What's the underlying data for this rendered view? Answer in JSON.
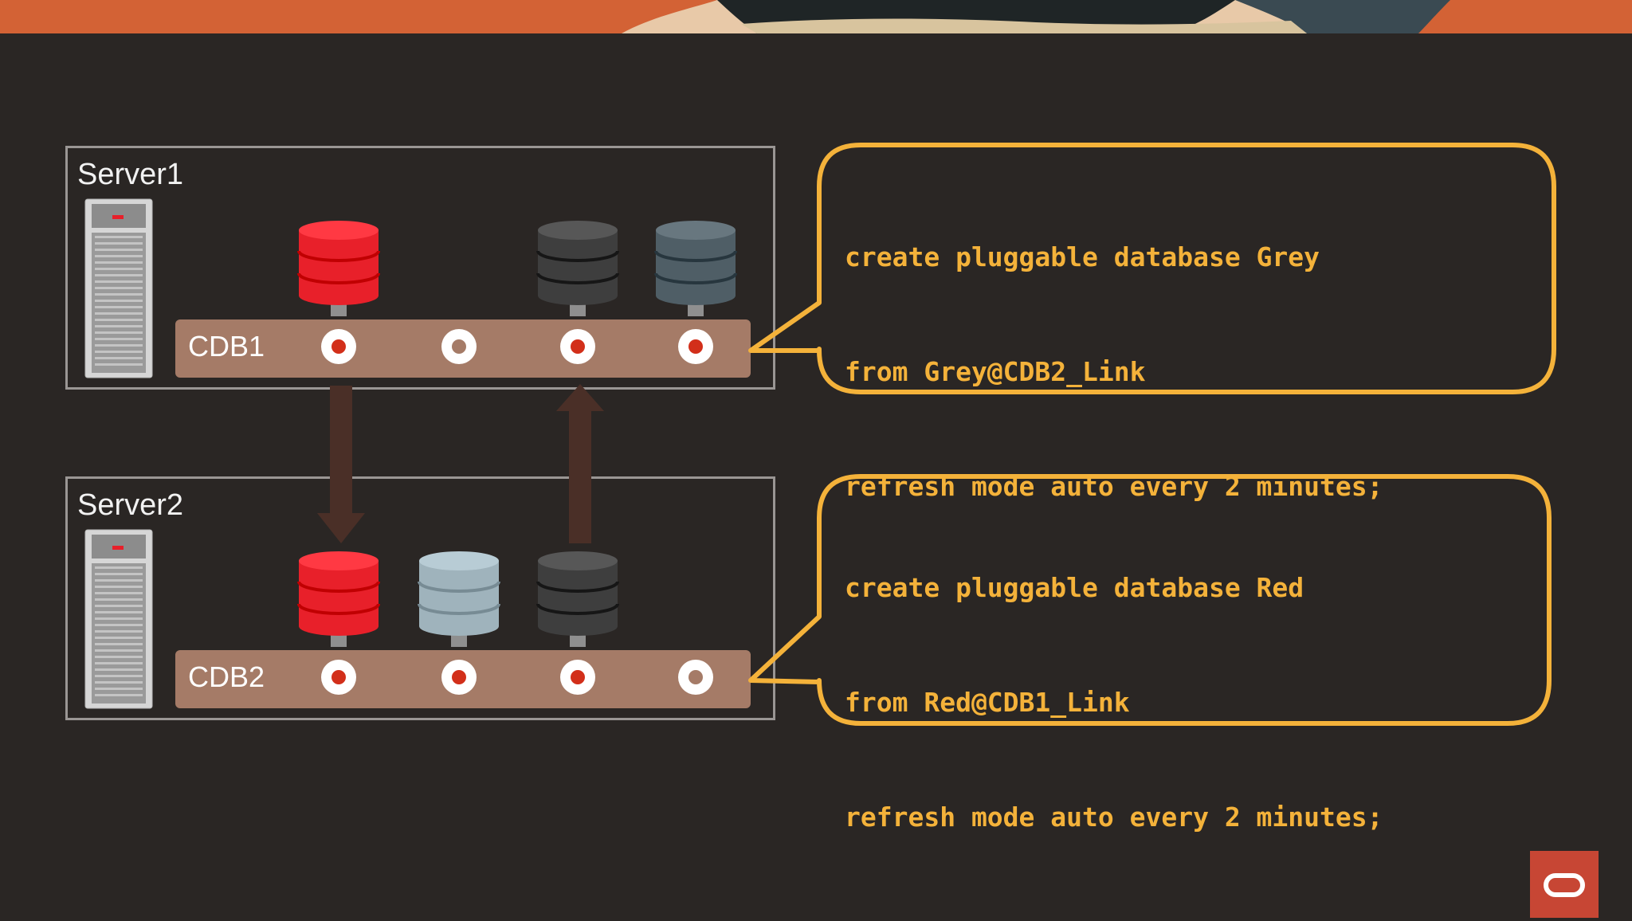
{
  "servers": [
    {
      "label": "Server1",
      "cdb": "CDB1",
      "databases": [
        {
          "slot": 1,
          "color": "#e8202a",
          "name": "red-pdb"
        },
        {
          "slot": 3,
          "color": "#3e3e3e",
          "name": "dark-grey-pdb"
        },
        {
          "slot": 4,
          "color": "#4f5e66",
          "name": "slate-pdb"
        }
      ],
      "ports": [
        "red",
        "grey",
        "red",
        "red"
      ]
    },
    {
      "label": "Server2",
      "cdb": "CDB2",
      "databases": [
        {
          "slot": 1,
          "color": "#e8202a",
          "name": "red-pdb"
        },
        {
          "slot": 2,
          "color": "#9fb3bc",
          "name": "light-grey-pdb"
        },
        {
          "slot": 3,
          "color": "#3e3e3e",
          "name": "dark-grey-pdb"
        }
      ],
      "ports": [
        "red",
        "red",
        "red",
        "grey"
      ]
    }
  ],
  "statements": [
    {
      "lines": [
        "create pluggable database Grey",
        "from Grey@CDB2_Link",
        "refresh mode auto every 2 minutes;"
      ]
    },
    {
      "lines": [
        "create pluggable database Red",
        "from Red@CDB1_Link",
        "refresh mode auto every 2 minutes;"
      ]
    }
  ],
  "colors": {
    "background": "#2a2624",
    "callout_border": "#f4b23a",
    "cdb_bar": "#a57b67",
    "arrow": "#4a2f27",
    "brand": "#c74634"
  },
  "icons": {
    "server": "server-rack-icon",
    "database": "database-cylinder-icon",
    "brand": "oracle-logo-icon"
  }
}
